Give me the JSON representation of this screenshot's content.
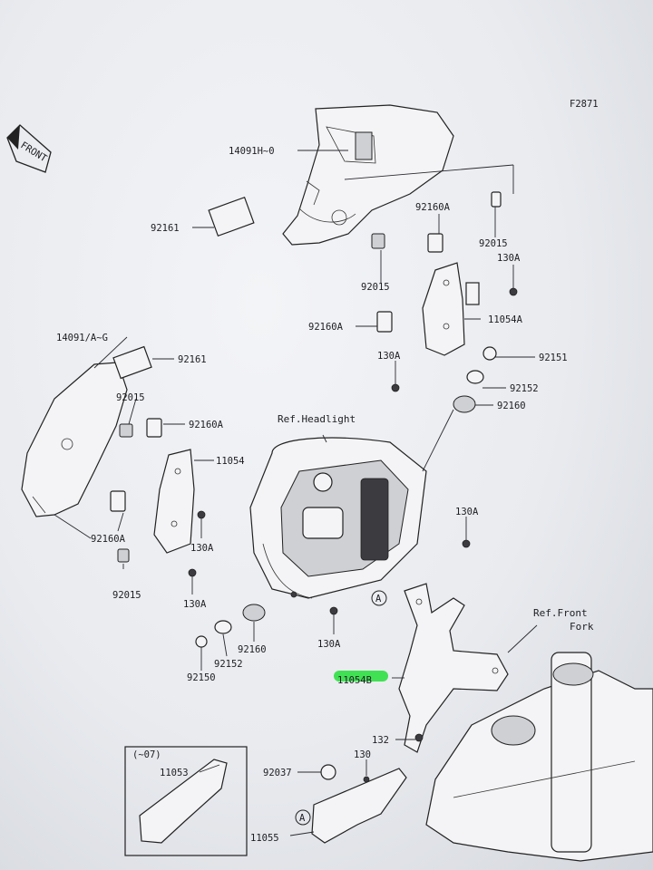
{
  "figure_code": "F2871",
  "front_marker": "FRONT",
  "ref_labels": {
    "headlight": "Ref.Headlight",
    "front_fork_line1": "Ref.Front",
    "front_fork_line2": "Fork"
  },
  "inset_label": "(~07)",
  "circle_marker": "A",
  "highlight_color": "#2fe043",
  "parts": {
    "p14091H": "14091H~0",
    "p14091A": "14091/A~G",
    "p92161_upper": "92161",
    "p92161_lower": "92161",
    "p92160A_1": "92160A",
    "p92160A_2": "92160A",
    "p92160A_3": "92160A",
    "p92160A_4": "92160A",
    "p92015_1": "92015",
    "p92015_2": "92015",
    "p92015_3": "92015",
    "p92015_4": "92015",
    "p130A_1": "130A",
    "p130A_2": "130A",
    "p130A_3": "130A",
    "p130A_4": "130A",
    "p130A_5": "130A",
    "p130A_6": "130A",
    "p11054A": "11054A",
    "p11054": "11054",
    "p11054B": "11054B",
    "p92151": "92151",
    "p92152_1": "92152",
    "p92152_2": "92152",
    "p92160_1": "92160",
    "p92160_2": "92160",
    "p92150": "92150",
    "p132": "132",
    "p130": "130",
    "p92037": "92037",
    "p11053": "11053",
    "p11055": "11055"
  }
}
